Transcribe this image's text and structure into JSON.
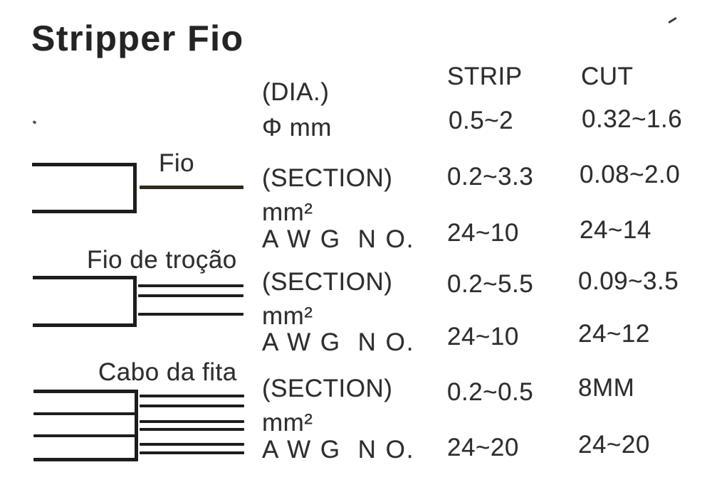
{
  "title": "Stripper Fio",
  "columns": {
    "strip": "STRIP",
    "cut": "CUT"
  },
  "dia": {
    "label_line1": "(DIA.)",
    "label_line2": "Φ mm",
    "strip": "0.5~2",
    "cut": "0.32~1.6"
  },
  "groups": [
    {
      "label": "Fio",
      "section_label": "(SECTION)",
      "unit": "mm²",
      "awg_label": "A W G  N O.",
      "section_strip": "0.2~3.3",
      "section_cut": "0.08~2.0",
      "awg_strip": "24~10",
      "awg_cut": "24~14"
    },
    {
      "label": "Fio de troção",
      "section_label": "(SECTION)",
      "unit": "mm²",
      "awg_label": "A W G  N O.",
      "section_strip": "0.2~5.5",
      "section_cut": "0.09~3.5",
      "awg_strip": "24~10",
      "awg_cut": "24~12"
    },
    {
      "label": "Cabo da fita",
      "section_label": "(SECTION)",
      "unit": "mm²",
      "awg_label": "A W G  N O.",
      "section_strip": "0.2~0.5",
      "section_cut": "8MM",
      "awg_strip": "24~20",
      "awg_cut": "24~20"
    }
  ],
  "colors": {
    "background": "#ffffff",
    "ink": "#2e2e2e",
    "line": "#1d1d1d"
  }
}
